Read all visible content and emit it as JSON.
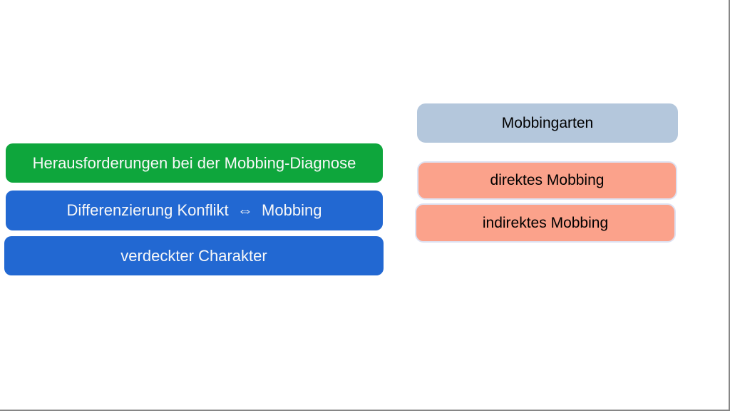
{
  "slide": {
    "left_column": {
      "boxes": [
        {
          "label": "Herausforderungen bei der Mobbing-Diagnose",
          "bg": "#0ea63c",
          "text_color": "#f8f8f8"
        },
        {
          "label": "Differenzierung Konflikt  ⇔  Mobbing",
          "bg": "#2268d2",
          "text_color": "#f8f8f8"
        },
        {
          "label": "verdeckter Charakter",
          "bg": "#2268d2",
          "text_color": "#f8f8f8"
        }
      ]
    },
    "right_column": {
      "header": {
        "label": "Mobbingarten",
        "bg": "#b4c7dc",
        "text_color": "#000000"
      },
      "boxes": [
        {
          "label": "direktes Mobbing",
          "bg": "#fba28b",
          "text_color": "#000000"
        },
        {
          "label": "indirektes Mobbing",
          "bg": "#fba28b",
          "text_color": "#000000"
        }
      ]
    },
    "canvas": {
      "background": "#ffffff",
      "edge_border_color": "#868686"
    }
  }
}
